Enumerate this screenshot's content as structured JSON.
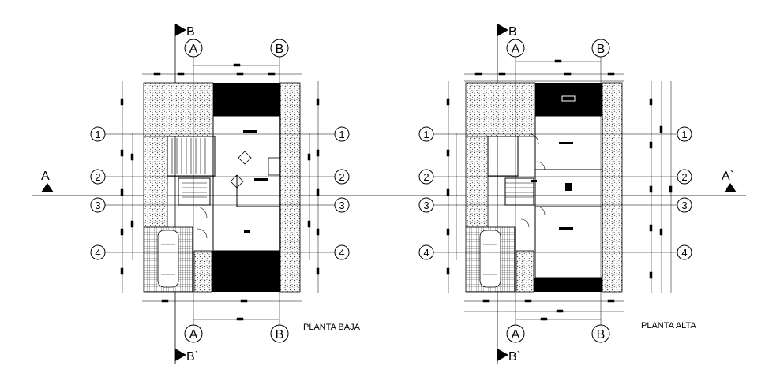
{
  "plans": {
    "left": {
      "title": "PLANTA BAJA",
      "axes_letters": [
        "A",
        "B"
      ],
      "axes_numbers": [
        "1",
        "2",
        "3",
        "4"
      ]
    },
    "right": {
      "title": "PLANTA ALTA",
      "axes_letters": [
        "A",
        "B"
      ],
      "axes_numbers": [
        "1",
        "2",
        "3",
        "4"
      ]
    }
  },
  "section_marks": {
    "b_top": "B",
    "b_bottom": "B`",
    "a_left": "A",
    "a_right": "A`"
  },
  "colors": {
    "line": "#000000",
    "wall_fill": "#000000",
    "hatch": "#555555",
    "background": "#ffffff"
  }
}
